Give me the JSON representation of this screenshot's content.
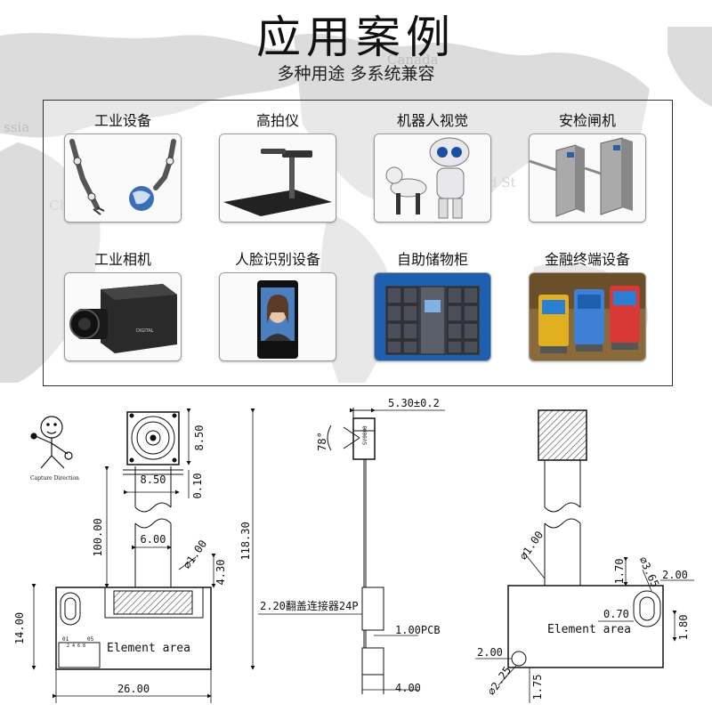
{
  "header": {
    "title": "应用案例",
    "subtitle": "多种用途 多系统兼容"
  },
  "background": {
    "map_labels": [
      "ssia",
      "Canada",
      "ed St",
      "Ch"
    ]
  },
  "cases": [
    {
      "label": "工业设备",
      "icon": "robot-arm-icon"
    },
    {
      "label": "高拍仪",
      "icon": "document-camera-icon"
    },
    {
      "label": "机器人视觉",
      "icon": "robot-dog-icon"
    },
    {
      "label": "安检闸机",
      "icon": "turnstile-icon"
    },
    {
      "label": "工业相机",
      "icon": "industrial-camera-icon"
    },
    {
      "label": "人脸识别设备",
      "icon": "face-recognition-terminal-icon"
    },
    {
      "label": "自助储物柜",
      "icon": "locker-icon"
    },
    {
      "label": "金融终端设备",
      "icon": "atm-terminal-icon"
    }
  ],
  "drawing": {
    "capture_direction": "Capture Direction",
    "front": {
      "dims": {
        "lens_height": "8.50",
        "lens_width": "8.50",
        "gap": "0.10",
        "cable_length": "100.00",
        "cable_width": "6.00",
        "total_length": "118.30",
        "hole": "∅1.00",
        "connector_offset": "4.30",
        "board_height": "14.00",
        "board_width": "26.00"
      },
      "element_area": "Element area",
      "tiny_label_left": "01",
      "tiny_label_right": "05",
      "tiny_pins": "2 4 6 8"
    },
    "side": {
      "dims": {
        "width": "5.30±0.2",
        "fov": "78°",
        "connector": "2.20翻盖连接器24P",
        "pcb": "1.00PCB",
        "bottom": "4.00"
      },
      "lens_text": "SV0000"
    },
    "back": {
      "dims": {
        "hole_left": "∅1.00",
        "h1": "1.70",
        "slot_dia": "∅3.65",
        "w2": "2.00",
        "w070": "0.70",
        "h180": "1.80",
        "left200": "2.00",
        "dia225": "∅2.25",
        "h175": "1.75"
      },
      "element_area": "Element area"
    }
  },
  "colors": {
    "map_fill": "#d7d7d7",
    "panel_border": "#333333",
    "line": "#111111",
    "hatch": "#444444"
  }
}
